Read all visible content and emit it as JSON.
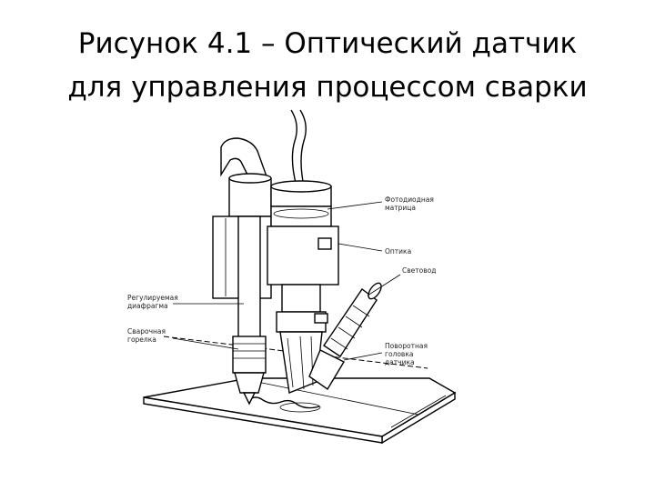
{
  "slide": {
    "title_line1": "Рисунок 4.1 – Оптический датчик",
    "title_line2": "для управления процессом сварки"
  },
  "labels": {
    "photodiode_matrix_1": "Фотодиодная",
    "photodiode_matrix_2": "матрица",
    "optics": "Оптика",
    "light_guide": "Световод",
    "diaphragm_1": "Регулируемая",
    "diaphragm_2": "диафрагма",
    "torch_1": "Сварочная",
    "torch_2": "горелка",
    "head_1": "Поворотная",
    "head_2": "головка",
    "head_3": "датчика"
  }
}
